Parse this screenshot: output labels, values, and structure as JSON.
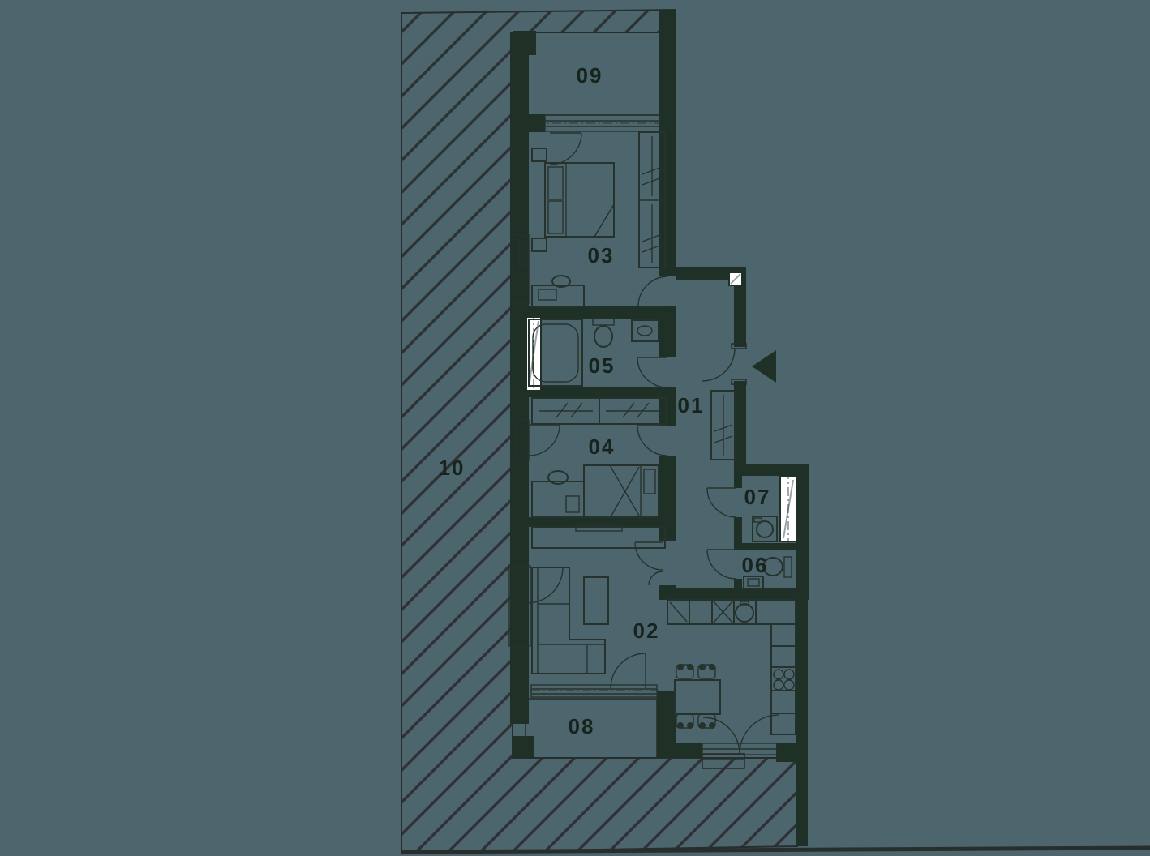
{
  "plan": {
    "title": "Apartment floor plan with numbered rooms",
    "rooms": [
      {
        "number": "01"
      },
      {
        "number": "02"
      },
      {
        "number": "03"
      },
      {
        "number": "04"
      },
      {
        "number": "05"
      },
      {
        "number": "06"
      },
      {
        "number": "07"
      },
      {
        "number": "08"
      },
      {
        "number": "09"
      },
      {
        "number": "10"
      }
    ],
    "entrance_marker": "left-pointing-triangle"
  },
  "colors": {
    "background": "#4d666e",
    "wall": "#1f3026",
    "line": "#26322c",
    "hatch_line": "#2d3134",
    "boundary": "#272e2b",
    "window_white": "#ffffff",
    "label": "#17231d"
  }
}
